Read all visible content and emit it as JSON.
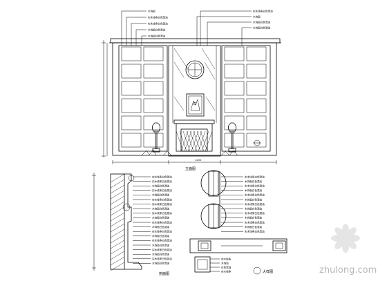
{
  "sheet": {
    "elevation_title": "立面图",
    "section_title": "剖面图",
    "detail_title": "大样图",
    "dimension_text": "1200",
    "elevation_callouts": [
      "木饰面",
      "实木线条白色混油",
      "实木线条白色混油",
      "木饰面白色混油",
      "木饰面白色混油",
      "实木线条白色混油",
      "木饰面",
      "木饰面白色混油",
      "木饰面白色混油"
    ],
    "section_notes": [
      "实木线条白色混油",
      "实木线条白色混油",
      "木饰面白色混油",
      "实木线条白色混油",
      "木饰面白色混油",
      "实木线条白色混油",
      "实木线条白色混油",
      "木饰面白色混油",
      "实木线条白色混油",
      "木饰面白色混油",
      "实木线条白色混油",
      "木饰面白色混油",
      "实木线条白色混油",
      "木饰面白色混油",
      "实木线条白色混油",
      "木饰面白色混油",
      "实木线条白色混油",
      "木饰面白色混油",
      "实木线条白色混油",
      "木饰面白色混油"
    ],
    "detail_notes": [
      "实木线条白色混油",
      "木饰面白色混油",
      "实木线条白色混油",
      "木饰面白色混油",
      "实木线条白色混油",
      "木饰面白色混油",
      "实木线条白色混油",
      "木饰面白色混油",
      "实木线条白色混油",
      "木饰面白色混油",
      "实木线条白色混油",
      "木饰面白色混油",
      "实木线条白色混油"
    ],
    "bottom_notes": [
      "实木线条",
      "木饰面",
      "白色混油",
      "实木线条"
    ]
  },
  "watermark": {
    "text": "zhulong.com"
  }
}
